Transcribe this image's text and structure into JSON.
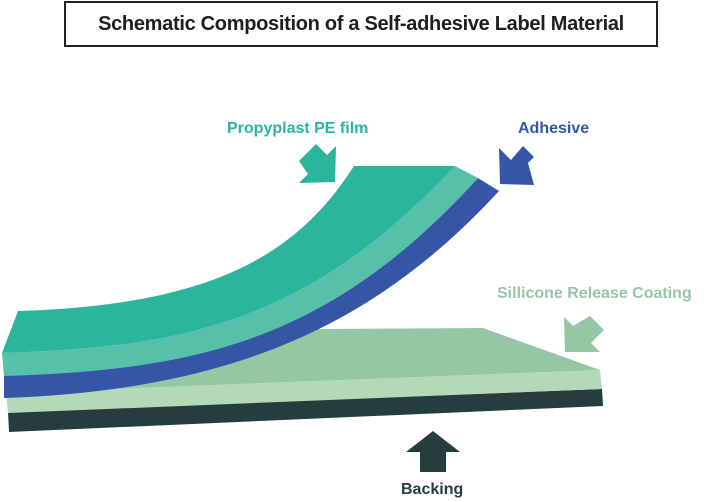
{
  "title": "Schematic Composition of a Self-adhesive Label Material",
  "labels": {
    "pe_film": "Propyplast PE film",
    "adhesive": "Adhesive",
    "silicone": "Sillicone Release Coating",
    "backing": "Backing"
  },
  "colors": {
    "pe_film": "#2bb59c",
    "pe_film_lower": "#56c0a9",
    "adhesive": "#3555a7",
    "silicone_top": "#96c7a5",
    "silicone_edge": "#b4d9b8",
    "backing": "#263d3d"
  },
  "icons": {
    "pe_film_arrow": "arrow-down-right-icon",
    "adhesive_arrow": "arrow-down-left-icon",
    "silicone_arrow": "arrow-down-left-icon",
    "backing_arrow": "arrow-up-icon"
  }
}
